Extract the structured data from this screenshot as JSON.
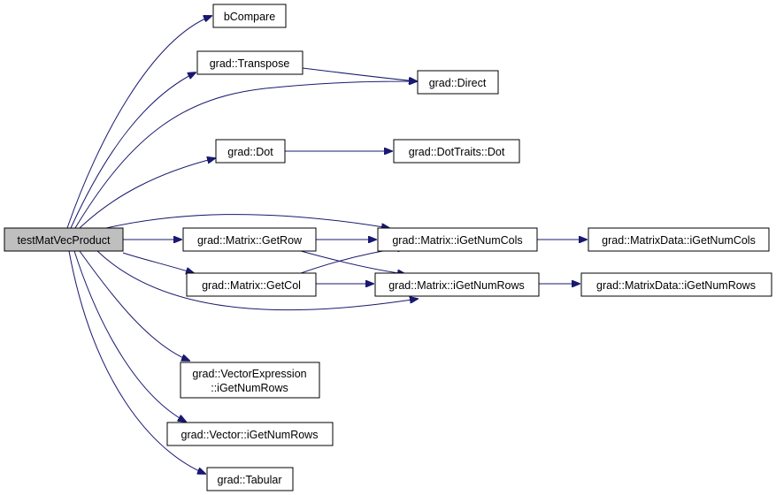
{
  "colors": {
    "edge": "#191970",
    "node_border": "#000000",
    "node_fill": "#ffffff",
    "root_fill": "#bfbfbf"
  },
  "nodes": {
    "root": {
      "label": "testMatVecProduct"
    },
    "bcompare": {
      "label": "bCompare"
    },
    "transpose": {
      "label": "grad::Transpose"
    },
    "direct": {
      "label": "grad::Direct"
    },
    "dot": {
      "label": "grad::Dot"
    },
    "dottraits_dot": {
      "label": "grad::DotTraits::Dot"
    },
    "getrow": {
      "label": "grad::Matrix::GetRow"
    },
    "getcol": {
      "label": "grad::Matrix::GetCol"
    },
    "igetnumcols": {
      "label": "grad::Matrix::iGetNumCols"
    },
    "igetnumrows": {
      "label": "grad::Matrix::iGetNumRows"
    },
    "md_igetnumcols": {
      "label": "grad::MatrixData::iGetNumCols"
    },
    "md_igetnumrows": {
      "label": "grad::MatrixData::iGetNumRows"
    },
    "vexpr_igetnumrows": {
      "line1": "grad::VectorExpression",
      "line2": "::iGetNumRows"
    },
    "vector_igetnumrows": {
      "label": "grad::Vector::iGetNumRows"
    },
    "tabular": {
      "label": "grad::Tabular"
    }
  }
}
